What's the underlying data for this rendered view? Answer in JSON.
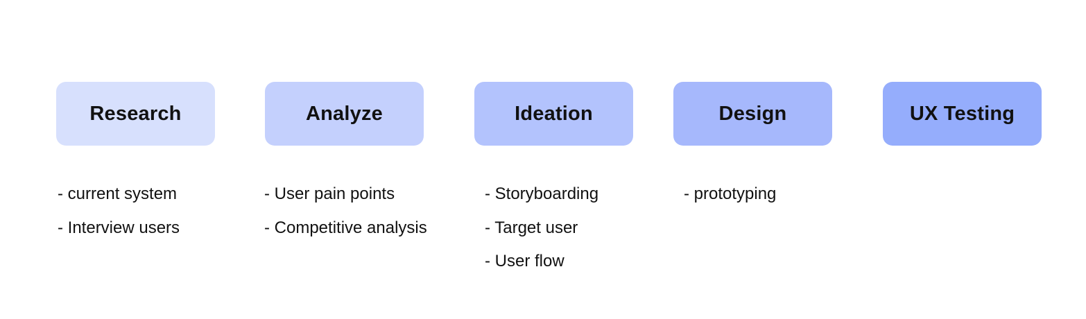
{
  "stages": [
    {
      "label": "Research",
      "color": "#d7e0fd",
      "items": [
        "- current system",
        "- Interview users"
      ]
    },
    {
      "label": "Analyze",
      "color": "#c4d0fd",
      "items": [
        "- User pain points",
        "- Competitive analysis"
      ]
    },
    {
      "label": "Ideation",
      "color": "#b3c3fd",
      "items": [
        "- Storyboarding",
        "- Target user",
        "- User flow"
      ]
    },
    {
      "label": "Design",
      "color": "#a6b8fc",
      "items": [
        "- prototyping"
      ]
    },
    {
      "label": "UX Testing",
      "color": "#95adfc",
      "items": []
    }
  ]
}
